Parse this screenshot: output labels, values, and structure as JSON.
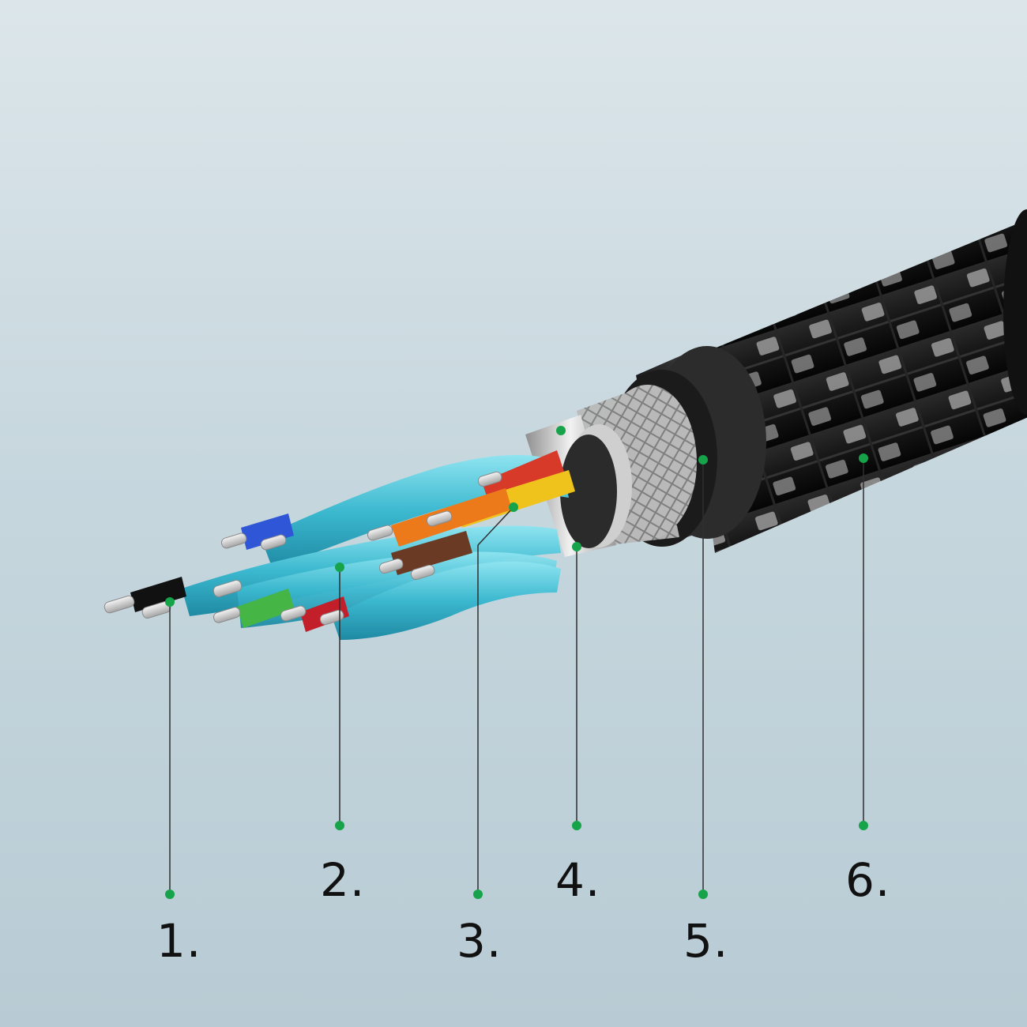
{
  "callouts": [
    {
      "label": "1."
    },
    {
      "label": "2."
    },
    {
      "label": "3."
    },
    {
      "label": "4."
    },
    {
      "label": "5."
    },
    {
      "label": "6."
    }
  ],
  "colors": {
    "accent_dot": "#16a34a",
    "leader_line": "#2f2f2f",
    "label_text": "#111111"
  }
}
